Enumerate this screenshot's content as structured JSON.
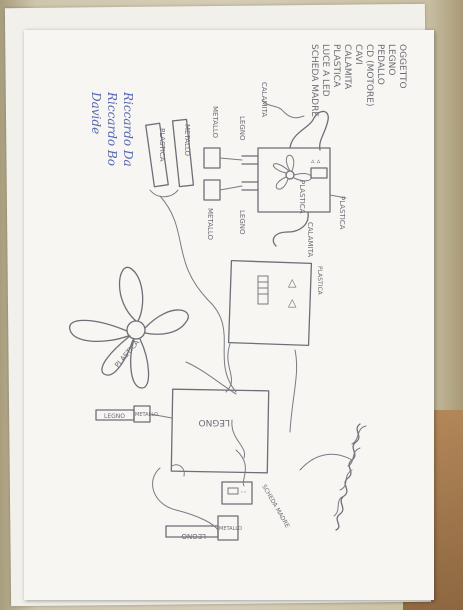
{
  "legend": {
    "items": [
      "OGGETTO",
      "LEGNO",
      "PEDALLO",
      "CD (MOTORE)",
      "CAVI",
      "CALAMITA",
      "PLASTICA",
      "LUCE A LED",
      "SCHEDA MADRE"
    ]
  },
  "signature": {
    "lines": [
      "Davide",
      "Riccardo Bo",
      "Riccardo Da"
    ]
  },
  "labels": {
    "sign_top": "CALAMITA",
    "sign_legno": "LEGNO",
    "sign_metallo": "METALLO",
    "metallo_sign": "METALLO",
    "plastica_sign": "PLASTICA",
    "legno_lower": "LEGNO",
    "metallo_lower": "METALLO",
    "plastica_robot": "PLASTICA",
    "plastica_side": "PLASTICA",
    "calamita_bottom": "CALAMITA",
    "plastica_panel": "PLASTICA",
    "fan_label": "PLASTICA",
    "box_label": "LEGNO",
    "small_legno": "LEGNO",
    "small_metallo": "METALLO",
    "bottom_legno": "LEGNO",
    "bottom_metallo": "METALLO",
    "scheda_madre": "SCHEDA MADRE"
  }
}
